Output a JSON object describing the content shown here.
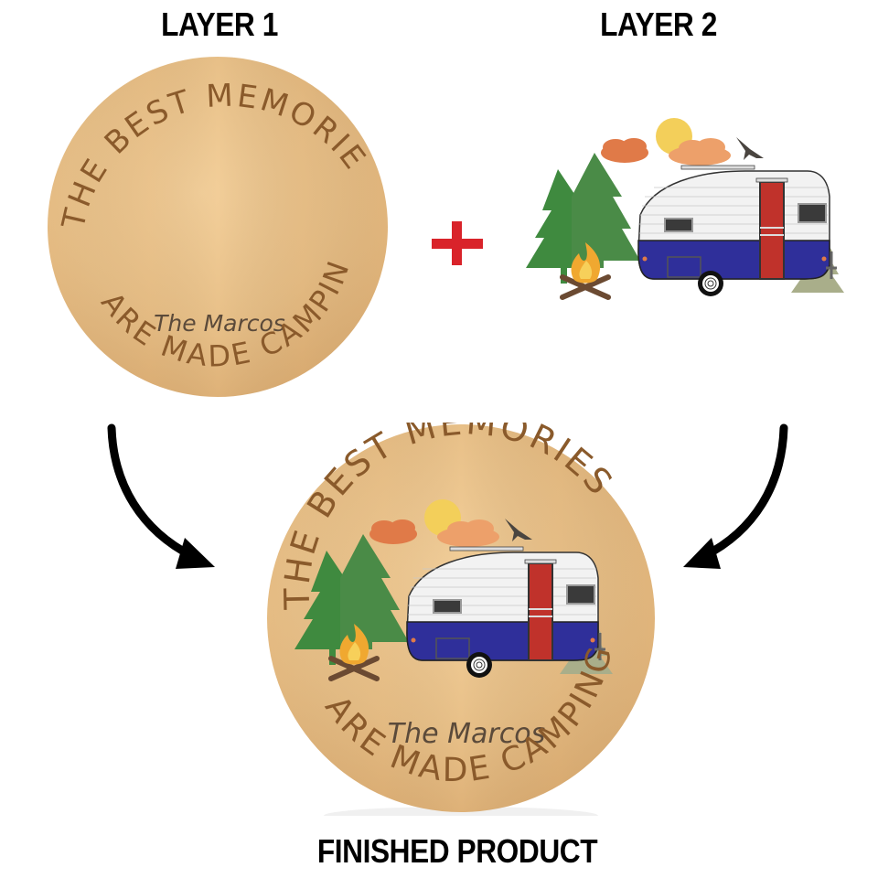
{
  "labels": {
    "layer1": "LAYER 1",
    "layer2": "LAYER 2",
    "finished": "FINISHED PRODUCT"
  },
  "sign": {
    "top_text": "THE BEST MEMORIES",
    "bottom_text": "ARE MADE CAMPING",
    "name": "The Marcos"
  },
  "icons": {
    "plus": "plus-icon",
    "arrow_left": "curved-arrow-down-right-icon",
    "arrow_right": "curved-arrow-down-left-icon"
  },
  "colors": {
    "wood": "#e9c48f",
    "engraving": "#8a5a2b",
    "name_text": "#5b4a3a",
    "plus": "#d9232a",
    "trailer_blue": "#2f2f9a",
    "trailer_white": "#f2f2f2",
    "door_red": "#c0322b",
    "tree_green": "#3f8a3f",
    "tree_sage": "#a9ae8a",
    "sun": "#f3cf5a",
    "cloud_dark": "#e07a48",
    "cloud_light": "#eda06a"
  }
}
